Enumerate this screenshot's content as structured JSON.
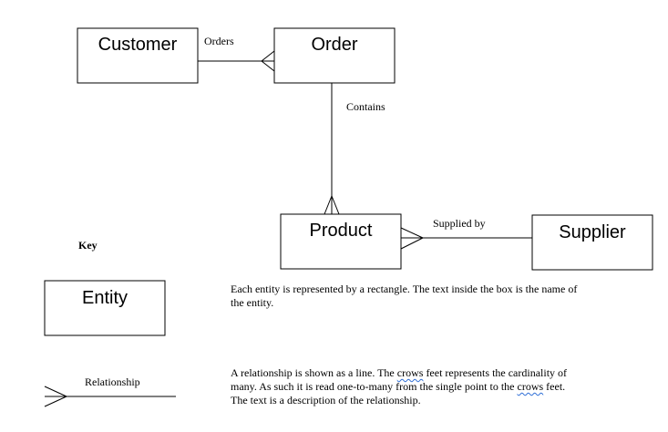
{
  "entities": {
    "customer": "Customer",
    "order": "Order",
    "product": "Product",
    "supplier": "Supplier"
  },
  "relationships": {
    "orders": "Orders",
    "contains": "Contains",
    "supplied_by": "Supplied by"
  },
  "key": {
    "title": "Key",
    "entity_label": "Entity",
    "relationship_label": "Relationship",
    "entity_description_lines": [
      "Each entity is represented by a rectangle. The text inside the box is the name of",
      "the entity."
    ],
    "relationship_description": {
      "line1_before": "A relationship is  shown as a line.  The ",
      "line1_crows": "crows",
      "line1_after": " feet represents the cardinality of",
      "line2_before": "many. As such it is read one-to-many from the single point to the ",
      "line2_crows": "crows",
      "line2_after": " feet.",
      "line3": "The text is  a description  of the relationship."
    }
  },
  "colors": {
    "stroke": "#000000",
    "spellcheck_underline": "#2f6fd6"
  }
}
